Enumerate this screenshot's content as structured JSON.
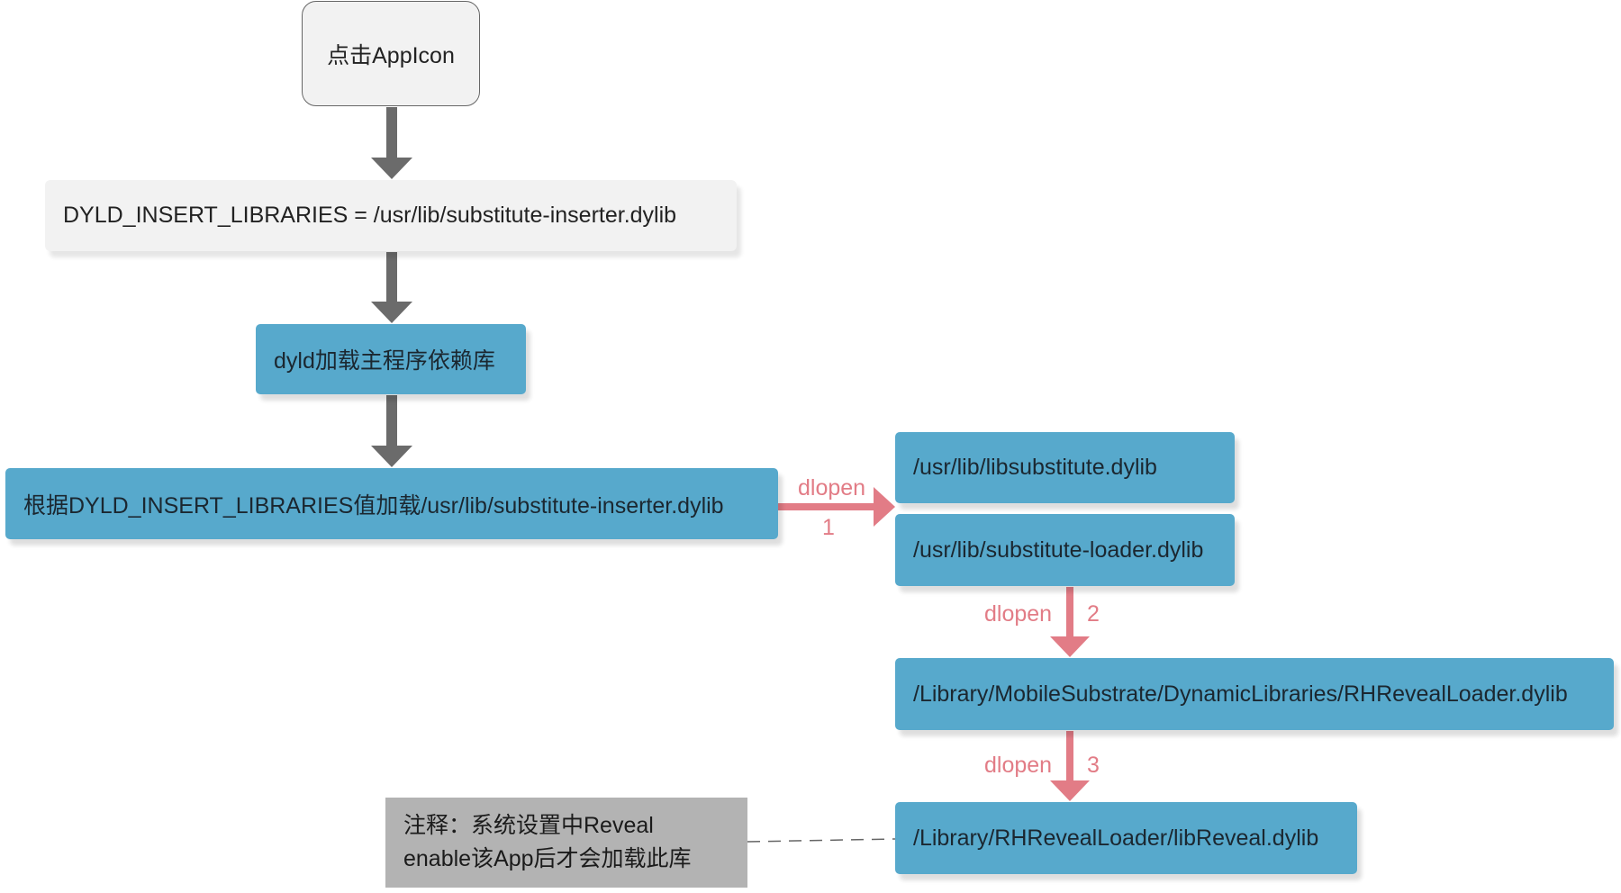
{
  "nodes": {
    "start": "点击AppIcon",
    "env": "DYLD_INSERT_LIBRARIES = /usr/lib/substitute-inserter.dylib",
    "dyld_load": "dyld加载主程序依赖库",
    "inserter": "根据DYLD_INSERT_LIBRARIES值加载/usr/lib/substitute-inserter.dylib",
    "libsubstitute": "/usr/lib/libsubstitute.dylib",
    "loader": "/usr/lib/substitute-loader.dylib",
    "reveal_loader": "/Library/MobileSubstrate/DynamicLibraries/RHRevealLoader.dylib",
    "lib_reveal": "/Library/RHRevealLoader/libReveal.dylib"
  },
  "note": {
    "line1": "注释：系统设置中Reveal",
    "line2": "enable该App后才会加载此库"
  },
  "edges": {
    "e1": {
      "label": "dlopen",
      "step": "1"
    },
    "e2": {
      "label": "dlopen",
      "step": "2"
    },
    "e3": {
      "label": "dlopen",
      "step": "3"
    }
  },
  "colors": {
    "flow_arrow": "#6b6b6b",
    "dlopen_arrow": "#e27c86",
    "node_blue": "#57a9cc",
    "node_grey": "#f2f2f2",
    "note_grey": "#b3b3b3"
  }
}
